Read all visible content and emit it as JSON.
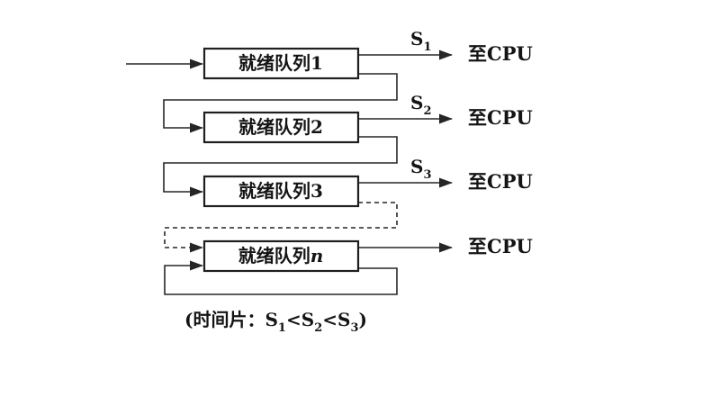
{
  "figure": {
    "title_semantic": "multilevel-feedback-queue-scheduling-diagram",
    "background_color": "#ffffff",
    "line_color": "#262626",
    "text_color": "#141414",
    "queues": [
      {
        "label_prefix": "就绪队列",
        "label_suffix": "1",
        "slice": "S",
        "slice_sub": "1",
        "cpu": "至CPU"
      },
      {
        "label_prefix": "就绪队列",
        "label_suffix": "2",
        "slice": "S",
        "slice_sub": "2",
        "cpu": "至CPU"
      },
      {
        "label_prefix": "就绪队列",
        "label_suffix": "3",
        "slice": "S",
        "slice_sub": "3",
        "cpu": "至CPU"
      },
      {
        "label_prefix": "就绪队列",
        "label_suffix": "n",
        "cpu": "至CPU"
      }
    ],
    "caption": {
      "prefix": "(时间片：",
      "s1": "S",
      "s1_sub": "1",
      "lt1": "<",
      "s2": "S",
      "s2_sub": "2",
      "lt2": "<",
      "s3": "S",
      "s3_sub": "3",
      "close": ")"
    }
  }
}
